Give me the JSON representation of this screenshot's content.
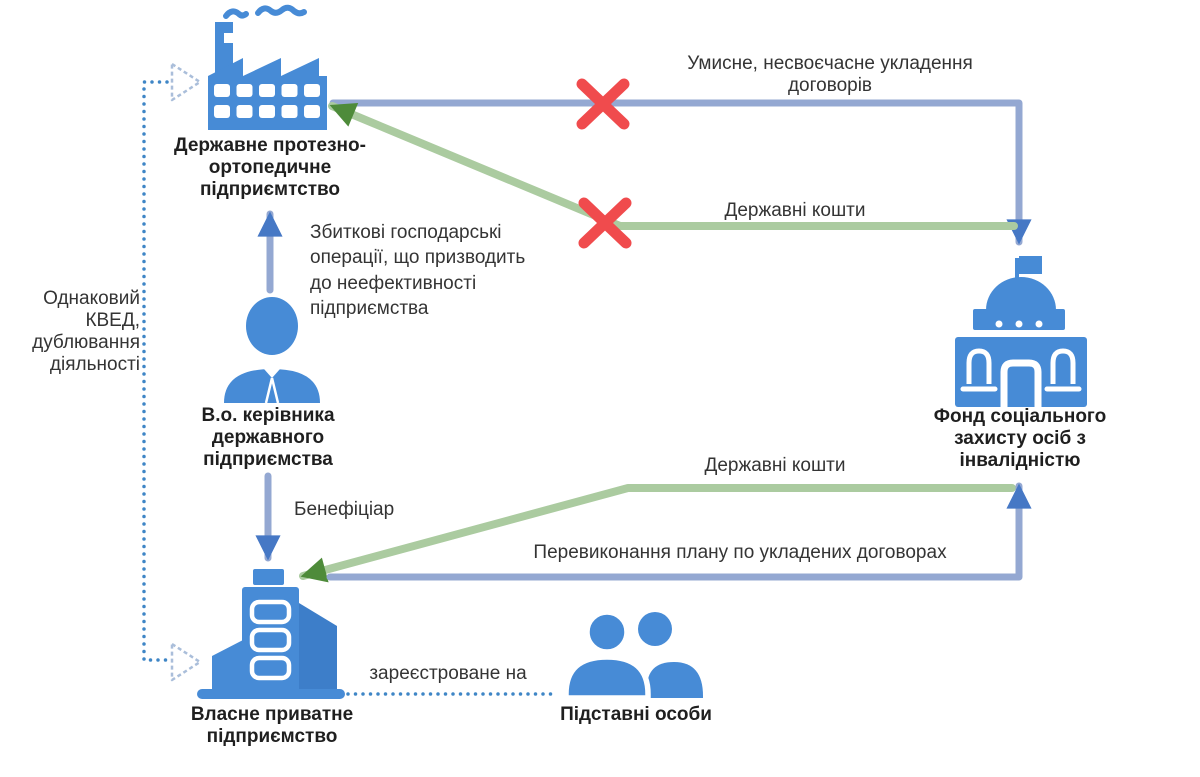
{
  "diagram": {
    "colors": {
      "icon_blue": "#478bd6",
      "icon_blue_dark": "#3d7ec9",
      "line_blue": "#94a8d2",
      "arrow_blue": "#4678c5",
      "line_green": "#abcba0",
      "arrow_green": "#4e8b3a",
      "cross_red": "#f04b4d",
      "dotted_blue": "#3f86c6",
      "triangle_outline": "#aabeda",
      "text_dark": "#1f1f1f",
      "text_regular": "#343434"
    },
    "nodes": {
      "state_enterprise": {
        "label": "Державне протезно-\nортопедичне\nпідприємтство",
        "icon": "factory-icon"
      },
      "acting_head": {
        "label": "В.о. керівника\nдержавного\nпідприємства",
        "icon": "person-icon"
      },
      "fund": {
        "label": "Фонд соціального\nзахисту осіб з\nінвалідністю",
        "icon": "government-building-icon"
      },
      "private_enterprise": {
        "label": "Власне приватне\nпідприємство",
        "icon": "office-building-icon"
      },
      "front_persons": {
        "label": "Підставні особи",
        "icon": "people-icon"
      }
    },
    "edges": {
      "contracts": {
        "label": "Умисне, несвоєчасне укладення\nдоговорів",
        "crossed_out": true
      },
      "state_funds_top": {
        "label": "Державні кошти",
        "crossed_out": true
      },
      "loss_ops": {
        "label": "Збиткові господарські\nоперації, що призводить\nдо неефективності\nпідприємства"
      },
      "kved": {
        "label": "Однаковий\nКВЕД,\nдублювання\nдіяльності"
      },
      "beneficiary": {
        "label": "Бенефіціар"
      },
      "state_funds_bottom": {
        "label": "Державні кошти"
      },
      "plan": {
        "label": "Перевиконання плану по укладених договорах"
      },
      "registered": {
        "label": "зареєстроване на"
      }
    }
  }
}
